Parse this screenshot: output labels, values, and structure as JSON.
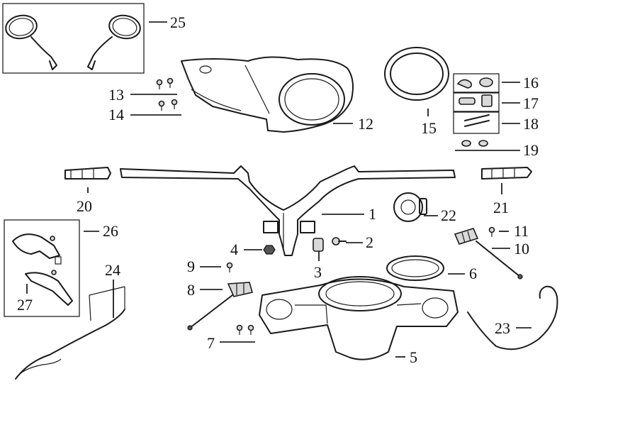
{
  "labels": [
    {
      "id": "1",
      "text": "1"
    },
    {
      "id": "2",
      "text": "2"
    },
    {
      "id": "3",
      "text": "3"
    },
    {
      "id": "4",
      "text": "4"
    },
    {
      "id": "5",
      "text": "5"
    },
    {
      "id": "6",
      "text": "6"
    },
    {
      "id": "7",
      "text": "7"
    },
    {
      "id": "8",
      "text": "8"
    },
    {
      "id": "9",
      "text": "9"
    },
    {
      "id": "10",
      "text": "10"
    },
    {
      "id": "11",
      "text": "11"
    },
    {
      "id": "12",
      "text": "12"
    },
    {
      "id": "13",
      "text": "13"
    },
    {
      "id": "14",
      "text": "14"
    },
    {
      "id": "15",
      "text": "15"
    },
    {
      "id": "16",
      "text": "16"
    },
    {
      "id": "17",
      "text": "17"
    },
    {
      "id": "18",
      "text": "18"
    },
    {
      "id": "19",
      "text": "19"
    },
    {
      "id": "20",
      "text": "20"
    },
    {
      "id": "21",
      "text": "21"
    },
    {
      "id": "22",
      "text": "22"
    },
    {
      "id": "23",
      "text": "23"
    },
    {
      "id": "24",
      "text": "24"
    },
    {
      "id": "25",
      "text": "25"
    },
    {
      "id": "26",
      "text": "26"
    },
    {
      "id": "27",
      "text": "27"
    }
  ]
}
